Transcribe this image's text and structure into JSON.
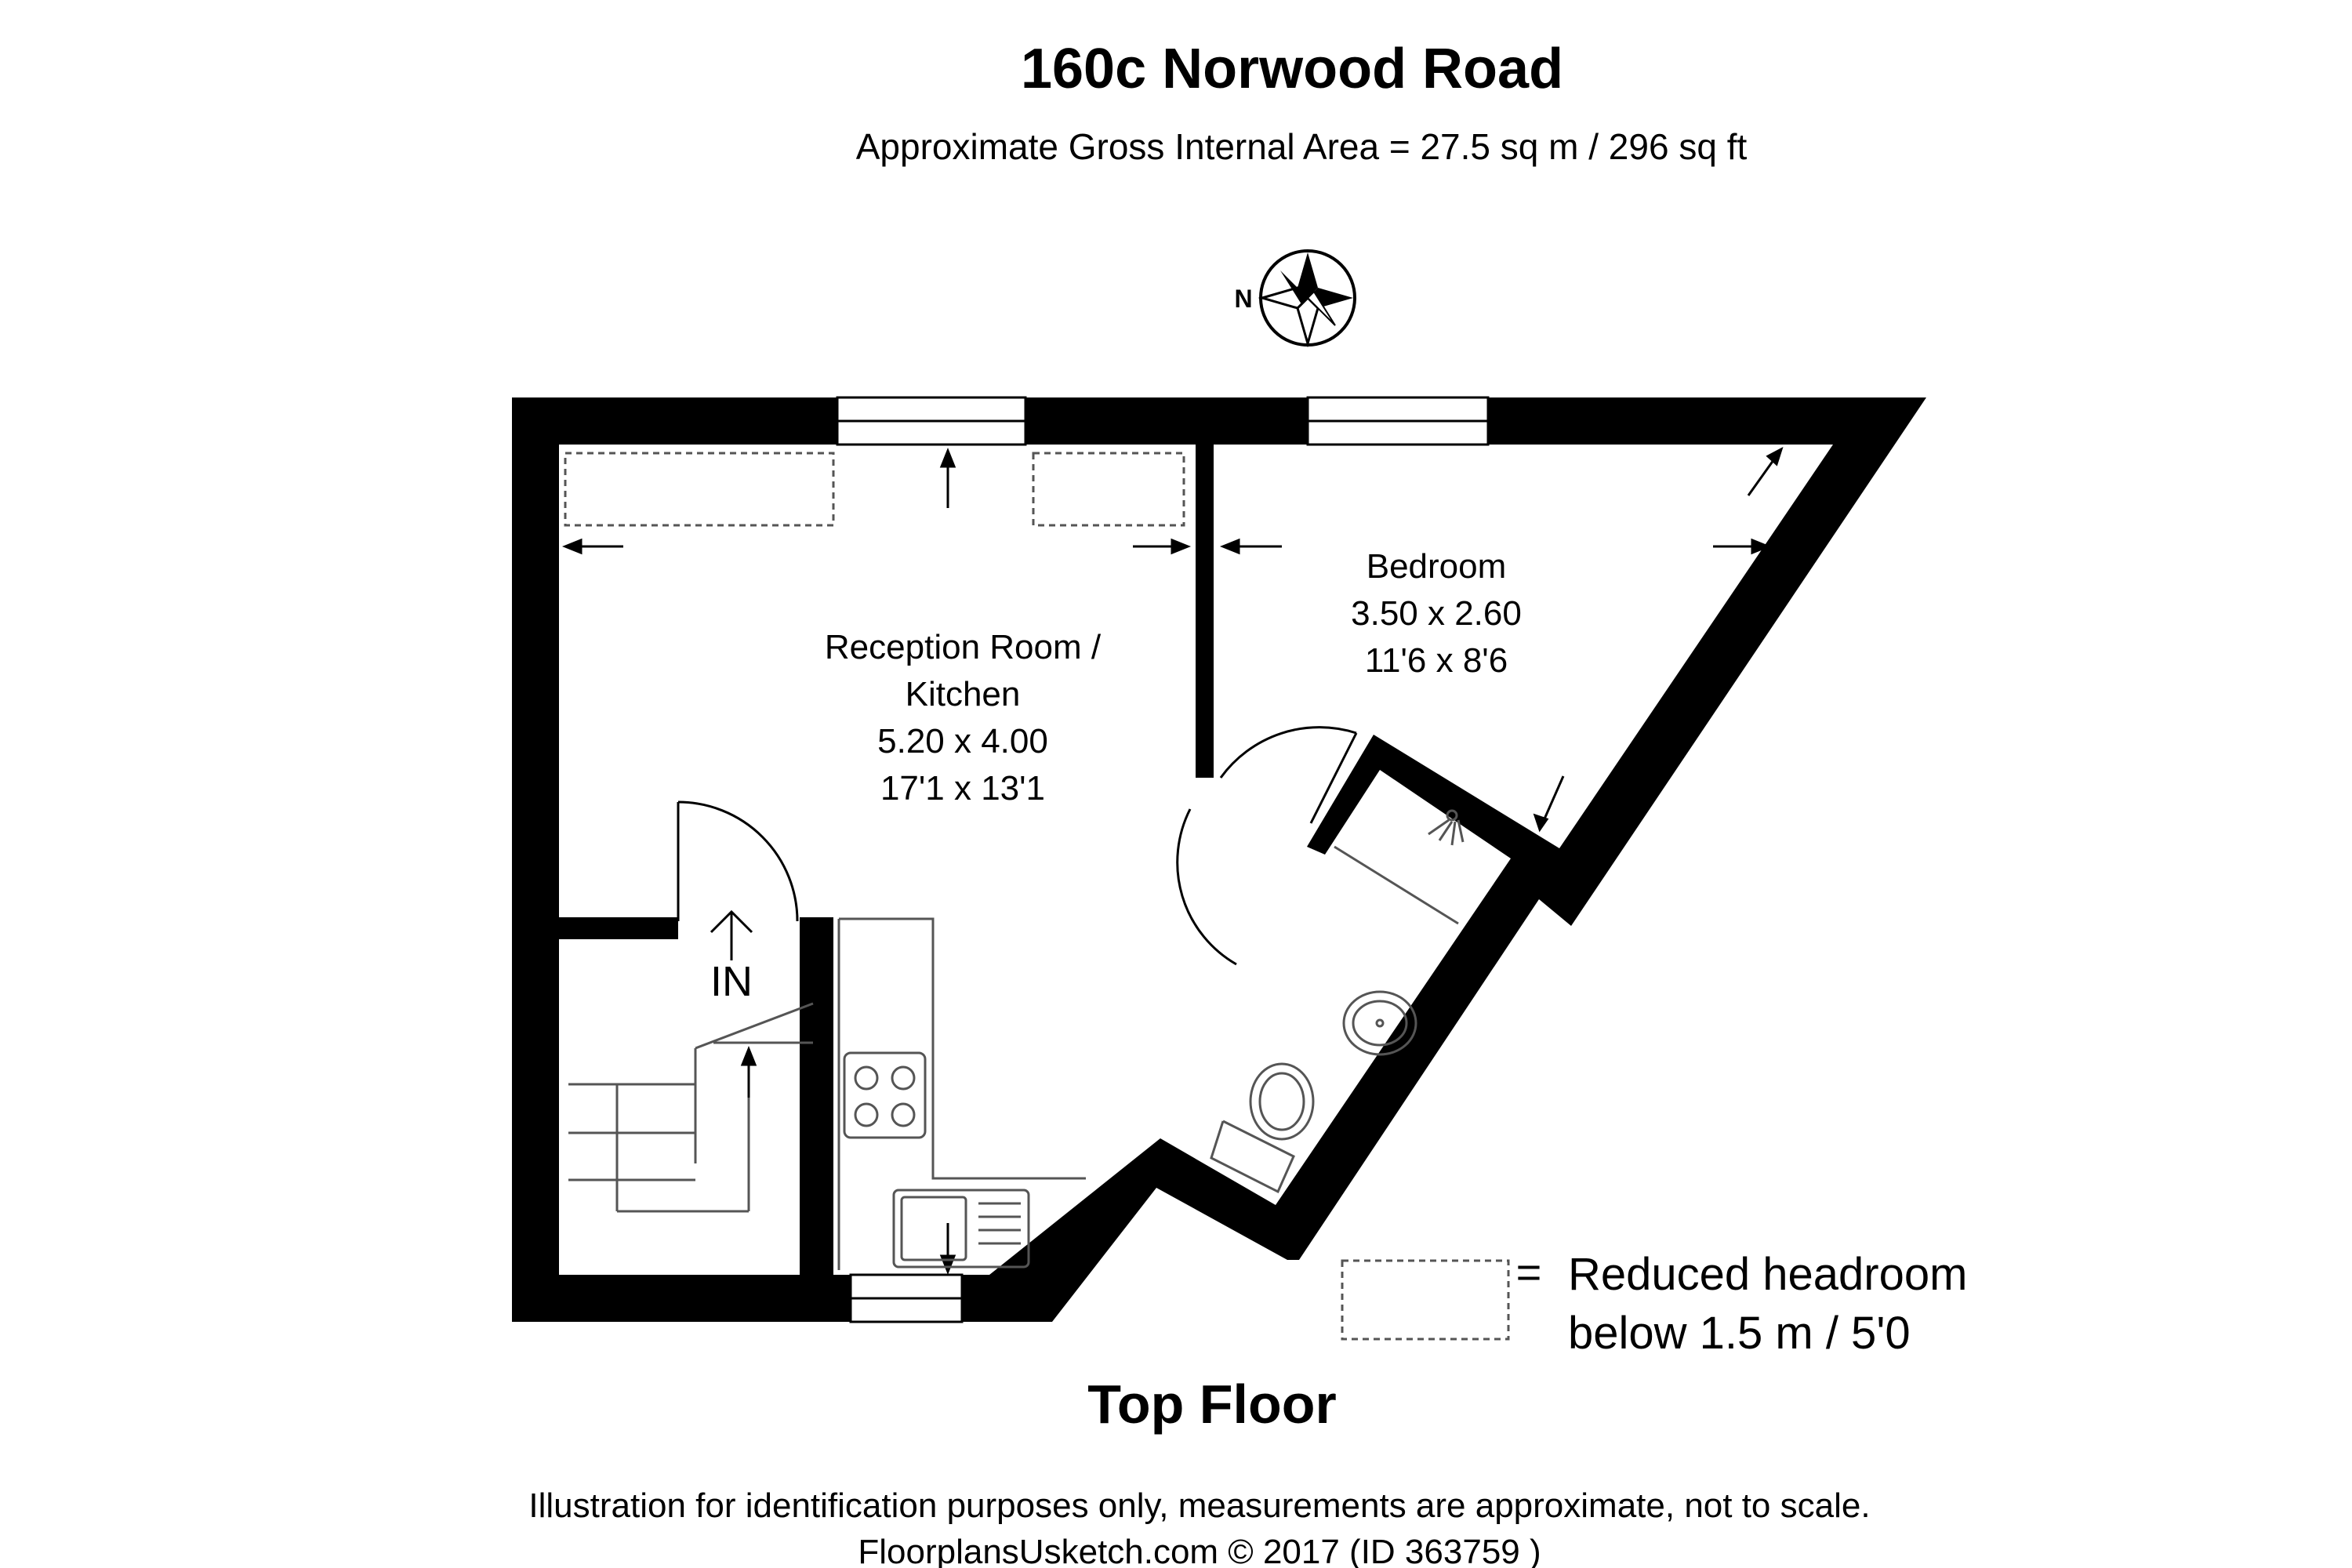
{
  "header": {
    "title": "160c Norwood Road",
    "subtitle": "Approximate Gross Internal Area = 27.5 sq m / 296 sq ft"
  },
  "compass": {
    "label": "N"
  },
  "rooms": {
    "reception": {
      "name_line1": "Reception Room /",
      "name_line2": "Kitchen",
      "metric": "5.20 x 4.00",
      "imperial": "17'1 x 13'1"
    },
    "bedroom": {
      "name": "Bedroom",
      "metric": "3.50 x 2.60",
      "imperial": "11'6 x 8'6"
    },
    "entrance": {
      "label": "IN"
    }
  },
  "legend": {
    "symbol": "=",
    "line1": "Reduced headroom",
    "line2": "below 1.5 m / 5'0"
  },
  "floor_label": "Top Floor",
  "footer": {
    "disclaimer": "Illustration for identification purposes only, measurements are approximate, not to scale.",
    "credit": "FloorplansUsketch.com © 2017 (ID 363759 )"
  },
  "colors": {
    "wall": "#000000",
    "background": "#ffffff",
    "fixture": "#555555"
  }
}
